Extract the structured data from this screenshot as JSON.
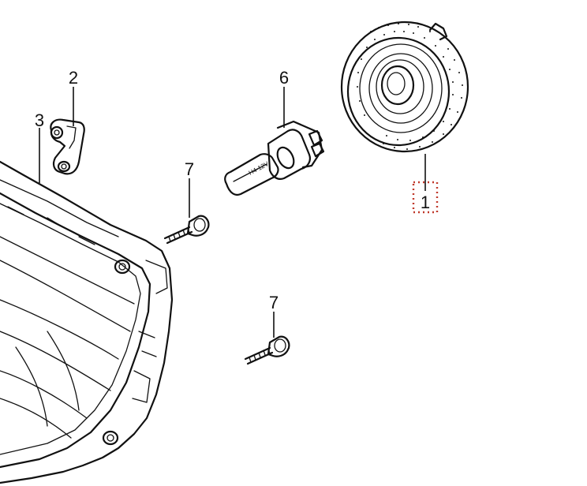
{
  "callouts": {
    "part_1": "1",
    "part_2": "2",
    "part_3": "3",
    "part_6": "6",
    "part_7_upper": "7",
    "part_7_lower": "7"
  },
  "bulb_marking": "H4-12V",
  "colors": {
    "line": "#111111",
    "highlight": "#c0392b",
    "background": "#ffffff"
  },
  "parts": {
    "part_1": "dust-cover-ring",
    "part_2": "bracket",
    "part_3": "headlight-unit",
    "part_6": "halogen-bulb",
    "part_7": "screw"
  }
}
